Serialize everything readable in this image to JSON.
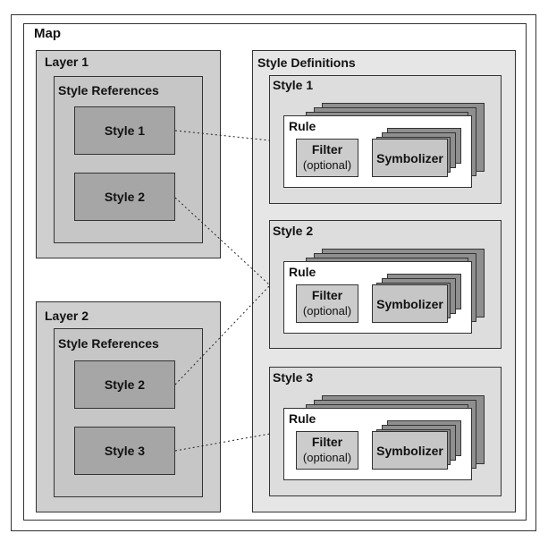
{
  "map": {
    "title": "Map"
  },
  "layers": [
    {
      "title": "Layer 1",
      "refs_title": "Style References",
      "refs": [
        "Style 1",
        "Style 2"
      ]
    },
    {
      "title": "Layer 2",
      "refs_title": "Style References",
      "refs": [
        "Style 2",
        "Style 3"
      ]
    }
  ],
  "style_definitions": {
    "title": "Style Definitions",
    "styles": [
      {
        "title": "Style 1",
        "rule": "Rule",
        "filter": "Filter",
        "filter_note": "(optional)",
        "symbolizer": "Symbolizer"
      },
      {
        "title": "Style 2",
        "rule": "Rule",
        "filter": "Filter",
        "filter_note": "(optional)",
        "symbolizer": "Symbolizer"
      },
      {
        "title": "Style 3",
        "rule": "Rule",
        "filter": "Filter",
        "filter_note": "(optional)",
        "symbolizer": "Symbolizer"
      }
    ]
  },
  "colors": {
    "border": "#333333",
    "map_bg": "#ffffff",
    "panel_bg": "#e6e6e6",
    "layer_bg": "#cfcfcf",
    "refs_bg": "#c6c6c6",
    "ref_box": "#a6a6a6",
    "style_bg": "#dddddd",
    "stack_bg": "#8f8f8f",
    "rule_bg": "#ffffff",
    "filter_bg": "#cccccc",
    "symbolizer_bg": "#c6c6c6"
  }
}
